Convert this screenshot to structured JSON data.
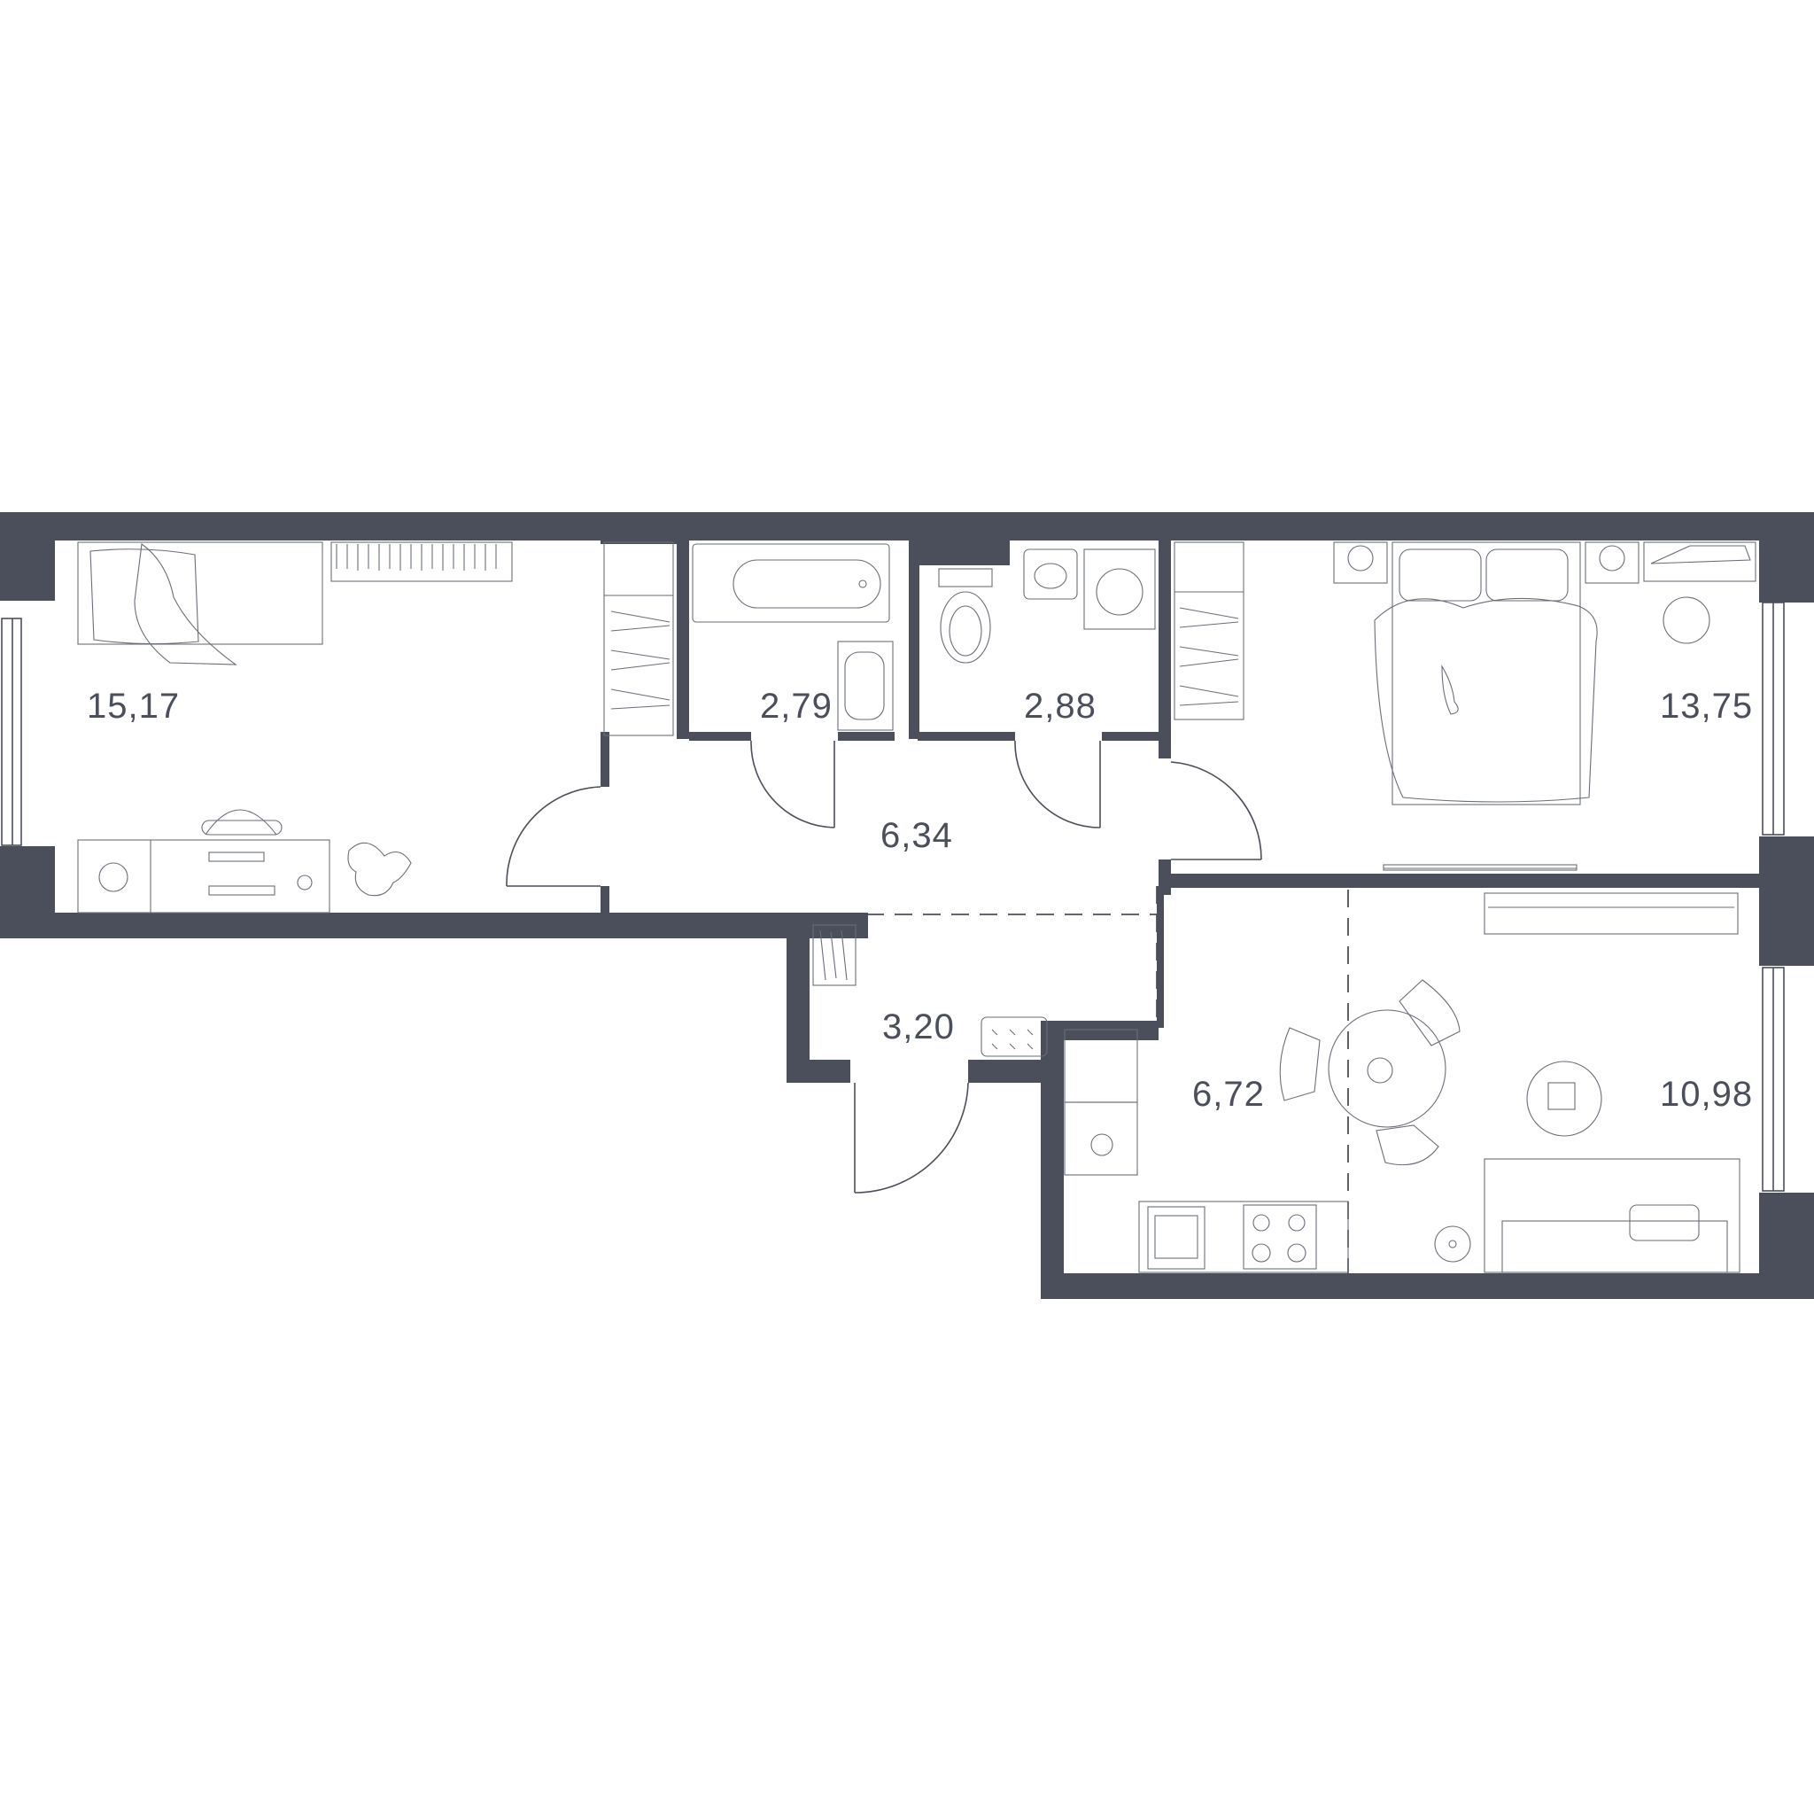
{
  "plan": {
    "wall_color": "#4b4f5b",
    "background": "#ffffff",
    "rooms": [
      {
        "id": "bedroom-left",
        "area": "15,17"
      },
      {
        "id": "bathroom",
        "area": "2,79"
      },
      {
        "id": "toilet",
        "area": "2,88"
      },
      {
        "id": "bedroom-right",
        "area": "13,75"
      },
      {
        "id": "hallway",
        "area": "6,34"
      },
      {
        "id": "entrance",
        "area": "3,20"
      },
      {
        "id": "kitchen",
        "area": "6,72"
      },
      {
        "id": "living-room",
        "area": "10,98"
      }
    ]
  }
}
